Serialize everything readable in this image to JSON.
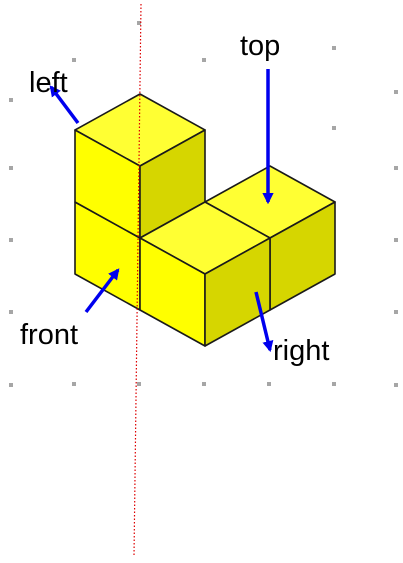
{
  "labels": {
    "top": "top",
    "left": "left",
    "front": "front",
    "right": "right"
  },
  "colors": {
    "background": "#ffffff",
    "cube_top": "#ffff33",
    "cube_left": "#ffff00",
    "cube_right": "#d6d600",
    "edge": "#1a1a1a",
    "arrow": "#0000ee",
    "guide_line": "#dd0000",
    "grid_dot": "#a6a6a6"
  },
  "icons": {
    "arrow": "blue-arrow",
    "guide": "red-dotted-vertical-line",
    "grid": "isometric-dot-grid"
  }
}
